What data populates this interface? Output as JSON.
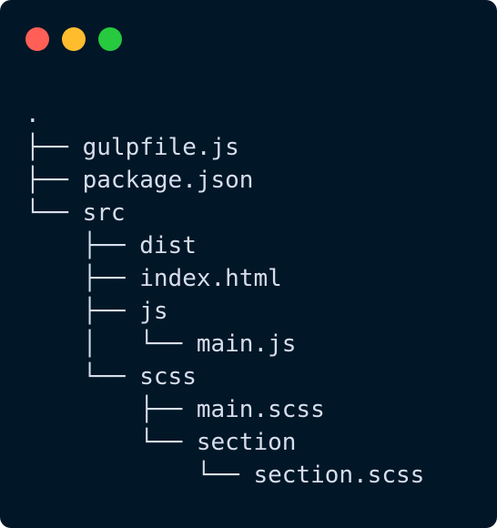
{
  "window": {
    "background": "#011627",
    "traffic_lights": [
      {
        "name": "close",
        "color": "#ff5f56"
      },
      {
        "name": "minimize",
        "color": "#ffbd2e"
      },
      {
        "name": "maximize",
        "color": "#27c93f"
      }
    ]
  },
  "tree": {
    "text_color": "#d6deeb",
    "lines": [
      {
        "prefix": "",
        "label": "."
      },
      {
        "prefix": "├── ",
        "label": "gulpfile.js"
      },
      {
        "prefix": "├── ",
        "label": "package.json"
      },
      {
        "prefix": "└── ",
        "label": "src"
      },
      {
        "prefix": "    ├── ",
        "label": "dist"
      },
      {
        "prefix": "    ├── ",
        "label": "index.html"
      },
      {
        "prefix": "    ├── ",
        "label": "js"
      },
      {
        "prefix": "    │   └── ",
        "label": "main.js"
      },
      {
        "prefix": "    └── ",
        "label": "scss"
      },
      {
        "prefix": "        ├── ",
        "label": "main.scss"
      },
      {
        "prefix": "        └── ",
        "label": "section"
      },
      {
        "prefix": "            └── ",
        "label": "section.scss"
      }
    ]
  }
}
